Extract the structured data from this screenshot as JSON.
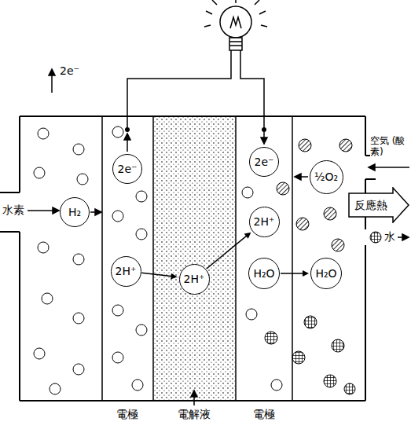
{
  "diagram": {
    "nodes": [
      {
        "text": [
          "2e⁻"
        ]
      },
      {
        "text": [
          "2e⁻"
        ]
      },
      {
        "text": [
          "½O₂"
        ]
      },
      {
        "text": [
          "反應熱"
        ]
      },
      {
        "text": [
          "H₂"
        ]
      },
      {
        "text": [
          "2H⁺"
        ]
      },
      {
        "text": [
          "2H⁺"
        ]
      },
      {
        "text": [
          "2H⁺"
        ]
      },
      {
        "text": [
          "H₂O"
        ]
      },
      {
        "text": [
          "H₂O"
        ]
      }
    ],
    "edges": [
      {
        "from": 6,
        "to": 7,
        "arrow": "to"
      },
      {
        "from": 7,
        "to": 5,
        "arrow": "to"
      },
      {
        "from": 8,
        "to": 9,
        "arrow": "to"
      }
    ],
    "labels": [
      "2e⁻",
      "水素",
      "空気 (酸素)",
      "水",
      "電極",
      "電解液",
      "電極"
    ]
  }
}
